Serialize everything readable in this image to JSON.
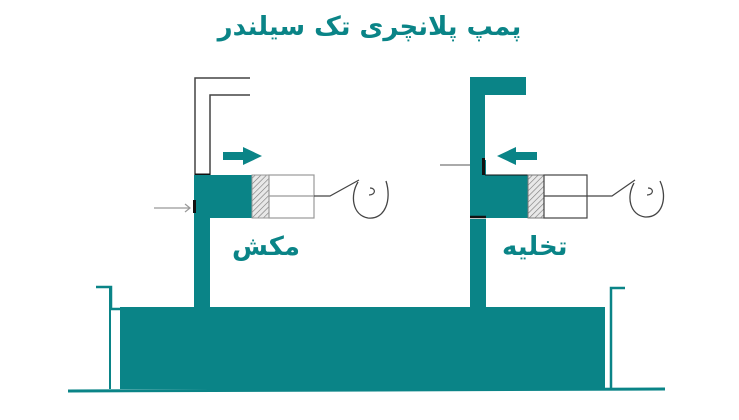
{
  "title": "پمپ پلانچری تک سیلندر",
  "colors": {
    "teal": "#0a8487",
    "line_dark": "#333333",
    "line_gray": "#999999",
    "background": "#ffffff"
  },
  "stages": [
    {
      "id": "suction",
      "label": "مکش",
      "arrow_direction": "right",
      "cam_letter": "د"
    },
    {
      "id": "discharge",
      "label": "تخلیه",
      "arrow_direction": "left",
      "cam_letter": "د"
    }
  ],
  "reservoir": {
    "description": "tank"
  }
}
